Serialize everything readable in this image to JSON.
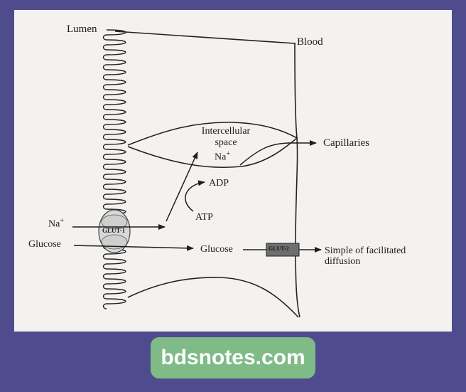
{
  "diagram": {
    "labels": {
      "lumen": "Lumen",
      "blood": "Blood",
      "intercellular_space": [
        "Intercellular",
        "space"
      ],
      "na_space": "Na+",
      "capillaries": "Capillaries",
      "adp": "ADP",
      "atp": "ATP",
      "na_lumen": "Na+",
      "glut1": "GLUT-1",
      "glucose_lumen": "Glucose",
      "glucose_cell": "Glucose",
      "glut_blood": "GLUT-2",
      "simple_diffusion": [
        "Simple of facilitated",
        "diffusion"
      ]
    }
  },
  "footer": {
    "site": "bdsnotes.com"
  }
}
